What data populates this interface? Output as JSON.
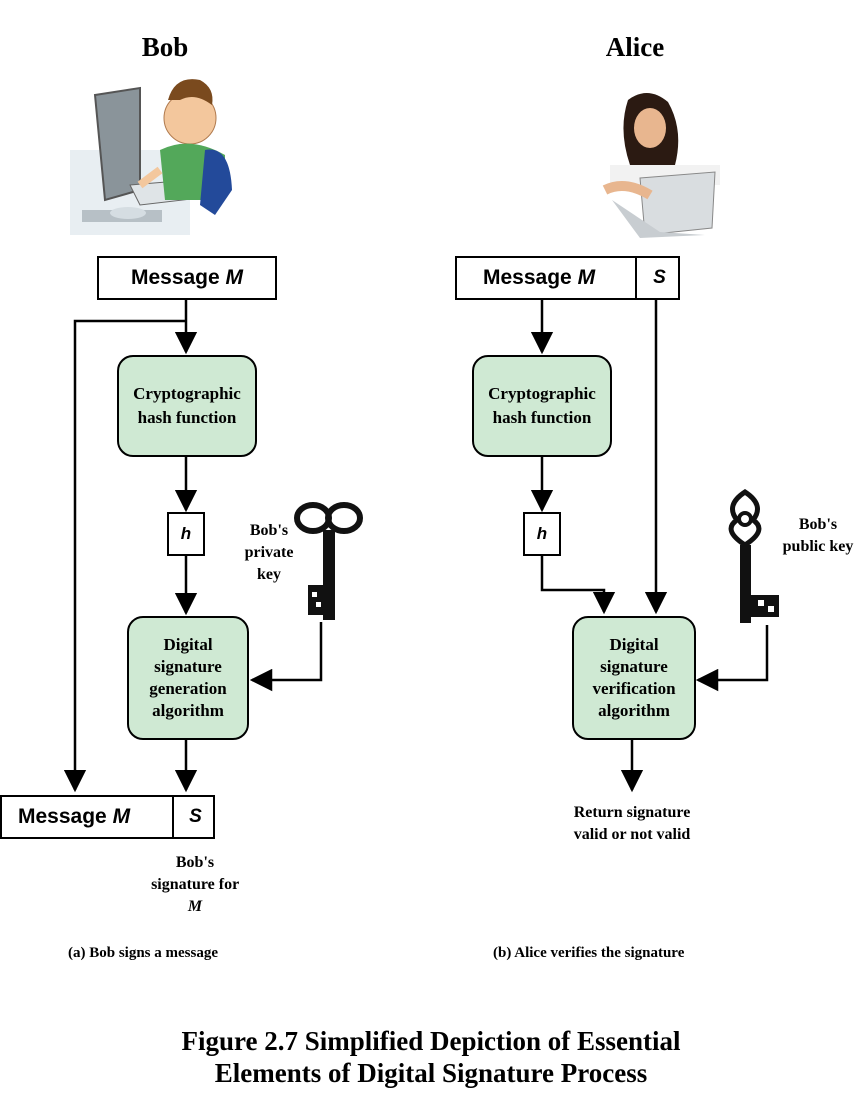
{
  "bob": {
    "name": "Bob",
    "message_top": {
      "label": "Message ",
      "label_var": "M"
    },
    "hash_function": "Cryptographic hash function",
    "hash_label": "h",
    "private_key_label": "Bob's private key",
    "sig_gen": "Digital signature generation algorithm",
    "message_bottom": {
      "label": "Message ",
      "label_var": "M",
      "s": "S"
    },
    "signature_note": "Bob's signature for",
    "signature_note_var": "M",
    "caption": "(a) Bob signs a message"
  },
  "alice": {
    "name": "Alice",
    "message_top": {
      "label": "Message ",
      "label_var": "M",
      "s": "S"
    },
    "hash_function": "Cryptographic hash function",
    "hash_label": "h",
    "public_key_label": "Bob's public key",
    "sig_verify": "Digital signature verification algorithm",
    "result": "Return signature valid or not valid",
    "caption": "(b) Alice verifies the signature"
  },
  "figure": {
    "title_line1": "Figure 2.7  Simplified Depiction of Essential",
    "title_line2": "Elements of Digital Signature Process"
  },
  "colors": {
    "process_fill": "#cfe9d3",
    "stroke": "#000000"
  }
}
